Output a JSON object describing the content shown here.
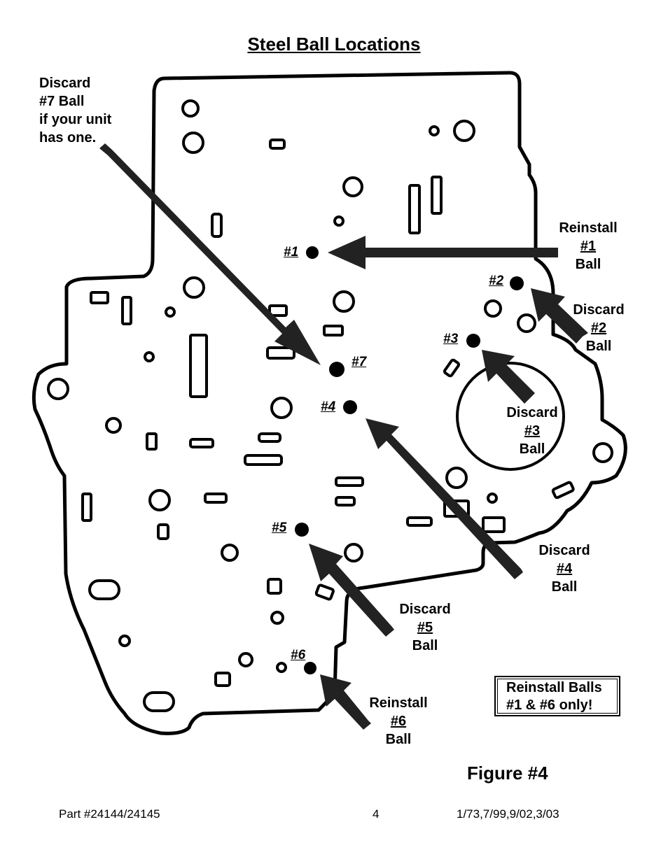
{
  "title": "Steel Ball Locations",
  "notes": {
    "discard7": [
      "Discard",
      "#7 Ball",
      "if your unit",
      "has one."
    ],
    "reinstall1": {
      "action": "Reinstall",
      "num": "#1",
      "word": "Ball"
    },
    "discard2": {
      "action": "Discard",
      "num": "#2",
      "word": "Ball"
    },
    "discard3": {
      "action": "Discard",
      "num": "#3",
      "word": "Ball"
    },
    "discard4": {
      "action": "Discard",
      "num": "#4",
      "word": "Ball"
    },
    "discard5": {
      "action": "Discard",
      "num": "#5",
      "word": "Ball"
    },
    "reinstall6": {
      "action": "Reinstall",
      "num": "#6",
      "word": "Ball"
    }
  },
  "ball_labels": {
    "b1": "#1",
    "b2": "#2",
    "b3": "#3",
    "b4": "#4",
    "b5": "#5",
    "b6": "#6",
    "b7": "#7"
  },
  "box_note": [
    "Reinstall Balls",
    "#1 & #6 only!"
  ],
  "figure_label": "Figure #4",
  "footer": {
    "part": "Part #24144/24145",
    "page": "4",
    "revision": "1/73,7/99,9/02,3/03"
  }
}
